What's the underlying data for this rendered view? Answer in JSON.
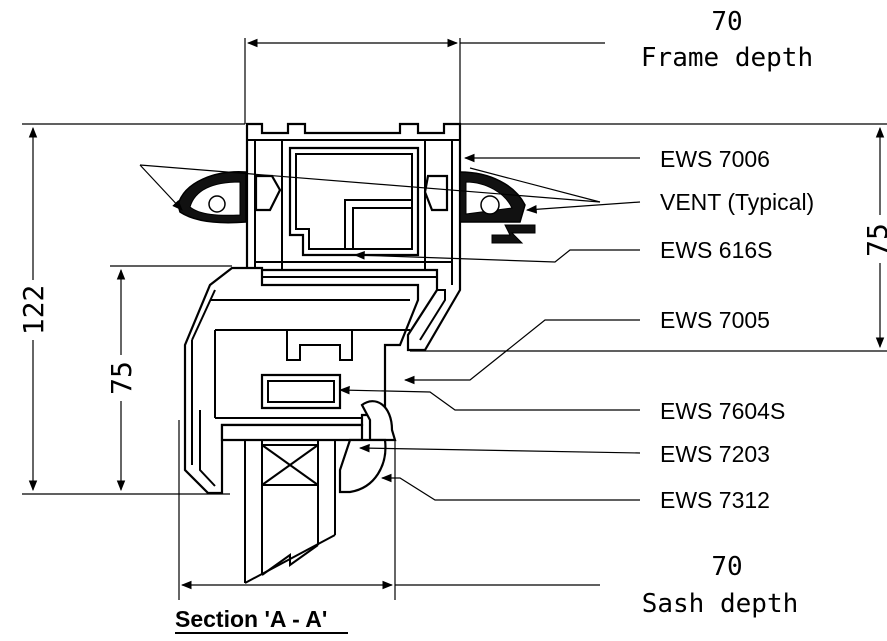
{
  "dimensions": {
    "frame_depth_value": "70",
    "frame_depth_label": "Frame depth",
    "sash_depth_value": "70",
    "sash_depth_label": "Sash depth",
    "overall_height": "122",
    "sash_height": "75",
    "frame_height": "75"
  },
  "callouts": [
    "EWS 7006",
    "VENT (Typical)",
    "EWS 616S",
    "EWS 7005",
    "EWS 7604S",
    "EWS 7203",
    "EWS 7312"
  ],
  "section_title": "Section 'A - A'"
}
